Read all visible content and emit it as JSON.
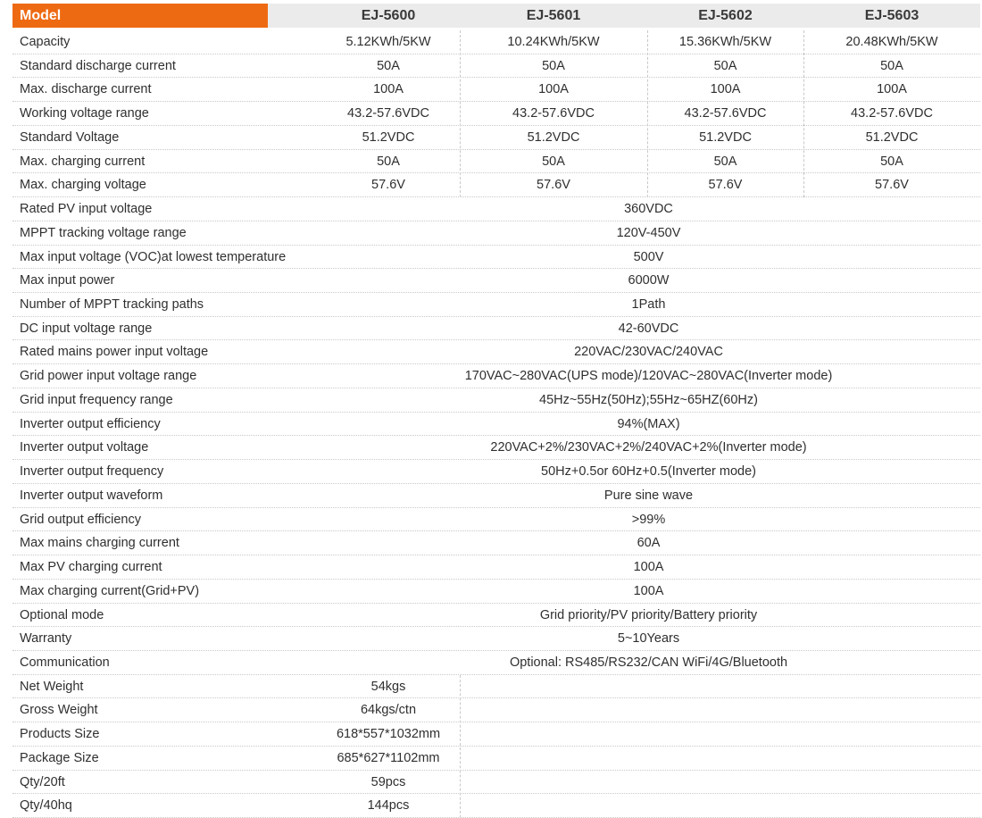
{
  "header": {
    "model_label": "Model",
    "columns": [
      "EJ-5600",
      "EJ-5601",
      "EJ-5602",
      "EJ-5603"
    ]
  },
  "colors": {
    "accent": "#ee6a12",
    "header_bg": "#ebebeb"
  },
  "rows": [
    {
      "label": "Capacity",
      "values": [
        "5.12KWh/5KW",
        "10.24KWh/5KW",
        "15.36KWh/5KW",
        "20.48KWh/5KW"
      ]
    },
    {
      "label": "Standard discharge current",
      "values": [
        "50A",
        "50A",
        "50A",
        "50A"
      ]
    },
    {
      "label": "Max. discharge current",
      "values": [
        "100A",
        "100A",
        "100A",
        "100A"
      ]
    },
    {
      "label": "Working voltage range",
      "values": [
        "43.2-57.6VDC",
        "43.2-57.6VDC",
        "43.2-57.6VDC",
        "43.2-57.6VDC"
      ]
    },
    {
      "label": "Standard Voltage",
      "values": [
        "51.2VDC",
        "51.2VDC",
        "51.2VDC",
        "51.2VDC"
      ]
    },
    {
      "label": "Max. charging current",
      "values": [
        "50A",
        "50A",
        "50A",
        "50A"
      ]
    },
    {
      "label": "Max. charging voltage",
      "values": [
        "57.6V",
        "57.6V",
        "57.6V",
        "57.6V"
      ]
    },
    {
      "label": "Rated PV input voltage",
      "value": "360VDC"
    },
    {
      "label": "MPPT tracking voltage range",
      "value": "120V-450V"
    },
    {
      "label": "Max input voltage (VOC)at lowest temperature",
      "value": "500V"
    },
    {
      "label": "Max input power",
      "value": "6000W"
    },
    {
      "label": "Number of MPPT tracking paths",
      "value": "1Path"
    },
    {
      "label": "DC input voltage range",
      "value": "42-60VDC"
    },
    {
      "label": "Rated mains power input voltage",
      "value": "220VAC/230VAC/240VAC"
    },
    {
      "label": "Grid power input voltage range",
      "value": "170VAC~280VAC(UPS mode)/120VAC~280VAC(Inverter mode)"
    },
    {
      "label": "Grid input frequency range",
      "value": "45Hz~55Hz(50Hz);55Hz~65HZ(60Hz)"
    },
    {
      "label": "Inverter output efficiency",
      "value": "94%(MAX)"
    },
    {
      "label": "Inverter output voltage",
      "value": "220VAC+2%/230VAC+2%/240VAC+2%(Inverter mode)"
    },
    {
      "label": "Inverter output frequency",
      "value": "50Hz+0.5or 60Hz+0.5(Inverter mode)"
    },
    {
      "label": "Inverter output waveform",
      "value": "Pure sine wave"
    },
    {
      "label": "Grid output efficiency",
      "value": ">99%"
    },
    {
      "label": "Max mains charging current",
      "value": "60A"
    },
    {
      "label": "Max PV charging current",
      "value": "100A"
    },
    {
      "label": "Max charging current(Grid+PV)",
      "value": "100A"
    },
    {
      "label": "Optional mode",
      "value": "Grid priority/PV priority/Battery priority"
    },
    {
      "label": "Warranty",
      "value": "5~10Years"
    },
    {
      "label": "Communication",
      "value": "Optional: RS485/RS232/CAN WiFi/4G/Bluetooth"
    },
    {
      "label": "Net Weight",
      "first": "54kgs"
    },
    {
      "label": "Gross Weight",
      "first": "64kgs/ctn"
    },
    {
      "label": "Products Size",
      "first": "618*557*1032mm"
    },
    {
      "label": "Package Size",
      "first": "685*627*1102mm"
    },
    {
      "label": "Qty/20ft",
      "first": "59pcs"
    },
    {
      "label": "Qty/40hq",
      "first": "144pcs"
    }
  ]
}
